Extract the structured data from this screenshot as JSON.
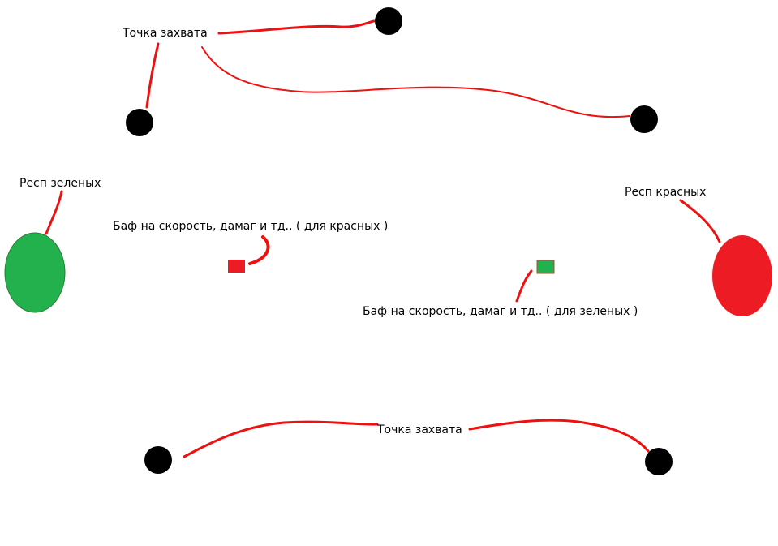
{
  "labels": {
    "capture_point_top": "Точка захвата",
    "capture_point_bottom": "Точка захвата",
    "spawn_green": "Респ зеленых",
    "spawn_red": "Респ красных",
    "buff_for_red": "Баф на скорость, дамаг и тд.. ( для красных )",
    "buff_for_green": "Баф на скорость, дамаг и тд.. ( для зеленых )"
  },
  "colors": {
    "capture_point": "#000000",
    "arrow": "#ee1111",
    "green_spawn": "#22b14c",
    "red_spawn": "#ed1c24",
    "green_buff": "#22b14c",
    "red_buff": "#ed1c24"
  }
}
